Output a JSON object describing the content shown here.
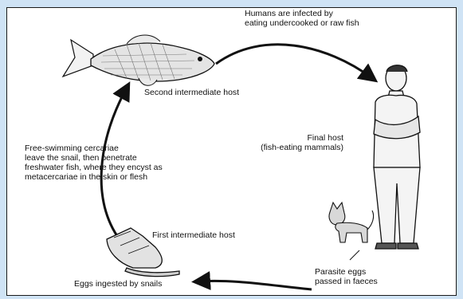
{
  "labels": {
    "humans_infected": [
      "Humans are infected by",
      "eating undercooked or raw fish"
    ],
    "second_host": "Second intermediate host",
    "final_host": [
      "Final host",
      "(fish-eating mammals)"
    ],
    "cercariae": [
      "Free-swimming cercariae",
      "leave the snail, then penetrate",
      "freshwater fish, where they encyst as",
      "metacercariae in the skin or flesh"
    ],
    "first_host": "First intermediate host",
    "eggs_ingested": "Eggs ingested by snails",
    "parasite_eggs": [
      "Parasite eggs",
      "passed in faeces"
    ]
  },
  "colors": {
    "page_background": "#cfe3f5",
    "panel_background": "#ffffff",
    "ink": "#111111"
  }
}
